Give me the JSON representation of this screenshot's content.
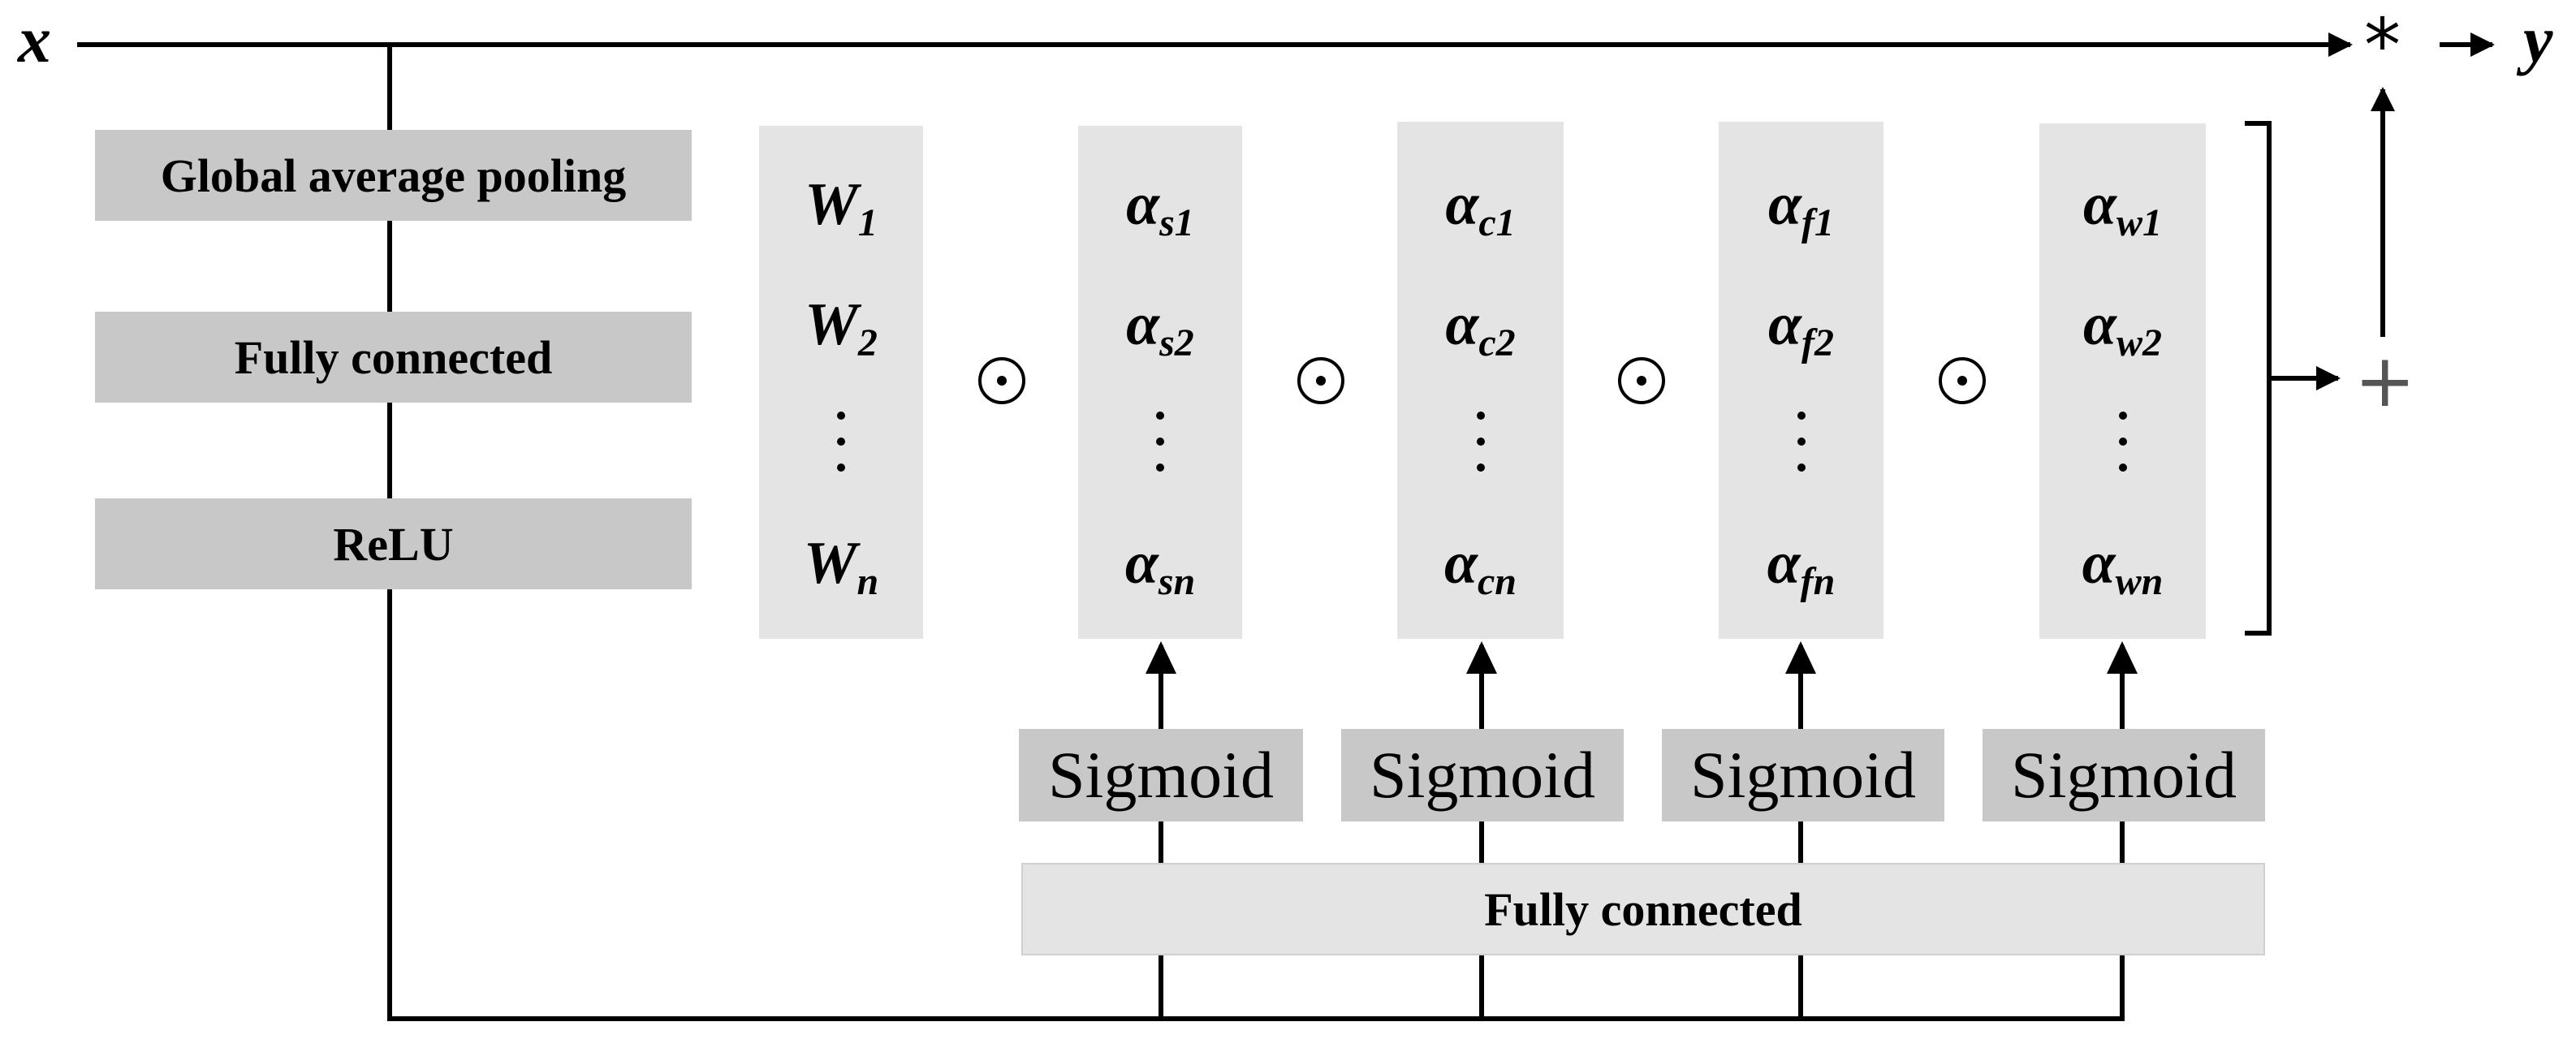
{
  "input_label": "x",
  "output_label": "y",
  "multiply_symbol": "*",
  "add_symbol": "+",
  "left_stack": {
    "gap_label": "Global average pooling",
    "fc_label": "Fully connected",
    "relu_label": "ReLU"
  },
  "vectors": [
    {
      "base": "W",
      "entries": [
        {
          "sub": "1"
        },
        {
          "sub": "2"
        },
        {
          "sub": "n"
        }
      ]
    },
    {
      "base": "α",
      "entries": [
        {
          "sub": "s1"
        },
        {
          "sub": "s2"
        },
        {
          "sub": "sn"
        }
      ]
    },
    {
      "base": "α",
      "entries": [
        {
          "sub": "c1"
        },
        {
          "sub": "c2"
        },
        {
          "sub": "cn"
        }
      ]
    },
    {
      "base": "α",
      "entries": [
        {
          "sub": "f1"
        },
        {
          "sub": "f2"
        },
        {
          "sub": "fn"
        }
      ]
    },
    {
      "base": "α",
      "entries": [
        {
          "sub": "w1"
        },
        {
          "sub": "w2"
        },
        {
          "sub": "wn"
        }
      ]
    }
  ],
  "sigmoids": [
    "Sigmoid",
    "Sigmoid",
    "Sigmoid",
    "Sigmoid"
  ],
  "bottom_fc_label": "Fully connected"
}
